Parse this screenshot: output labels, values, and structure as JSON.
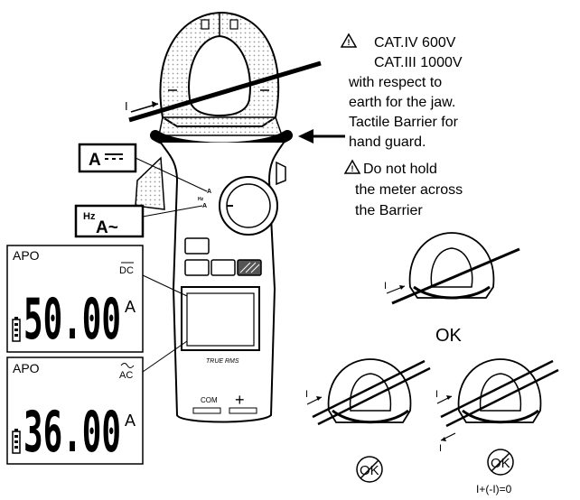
{
  "warning": {
    "line1": "CAT.IV 600V",
    "line2": "CAT.III 1000V",
    "line3": "with respect to",
    "line4": "earth for the jaw.",
    "line5": "Tactile Barrier for",
    "line6": "hand guard.",
    "line7": "Do not hold",
    "line8": "the meter across",
    "line9": "the Barrier"
  },
  "callouts": {
    "dc_amps_hz": "",
    "dc_amps_main": "A",
    "ac_hz": "Hz",
    "ac_amps": "A~"
  },
  "meter": {
    "dial_label_dc": "A",
    "dial_label_ac": "A",
    "dial_label_hz": "Hz",
    "brand_label": "TRUE RMS",
    "com_label": "COM",
    "plus_label": "+",
    "current_label": "I"
  },
  "lcd_dc": {
    "apo": "APO",
    "mode": "DC",
    "reading": "50.00",
    "unit": "A"
  },
  "lcd_ac": {
    "apo": "APO",
    "mode": "AC",
    "reading": "36.00",
    "unit": "A"
  },
  "examples": {
    "ok_label": "OK",
    "current_label": "I",
    "bad1_label": "OK",
    "bad2_label": "OK",
    "bad2_caption": "I+(-I)=0"
  },
  "colors": {
    "stipple": "#bdbdbd",
    "outline": "#000000",
    "barrier": "#000000"
  }
}
